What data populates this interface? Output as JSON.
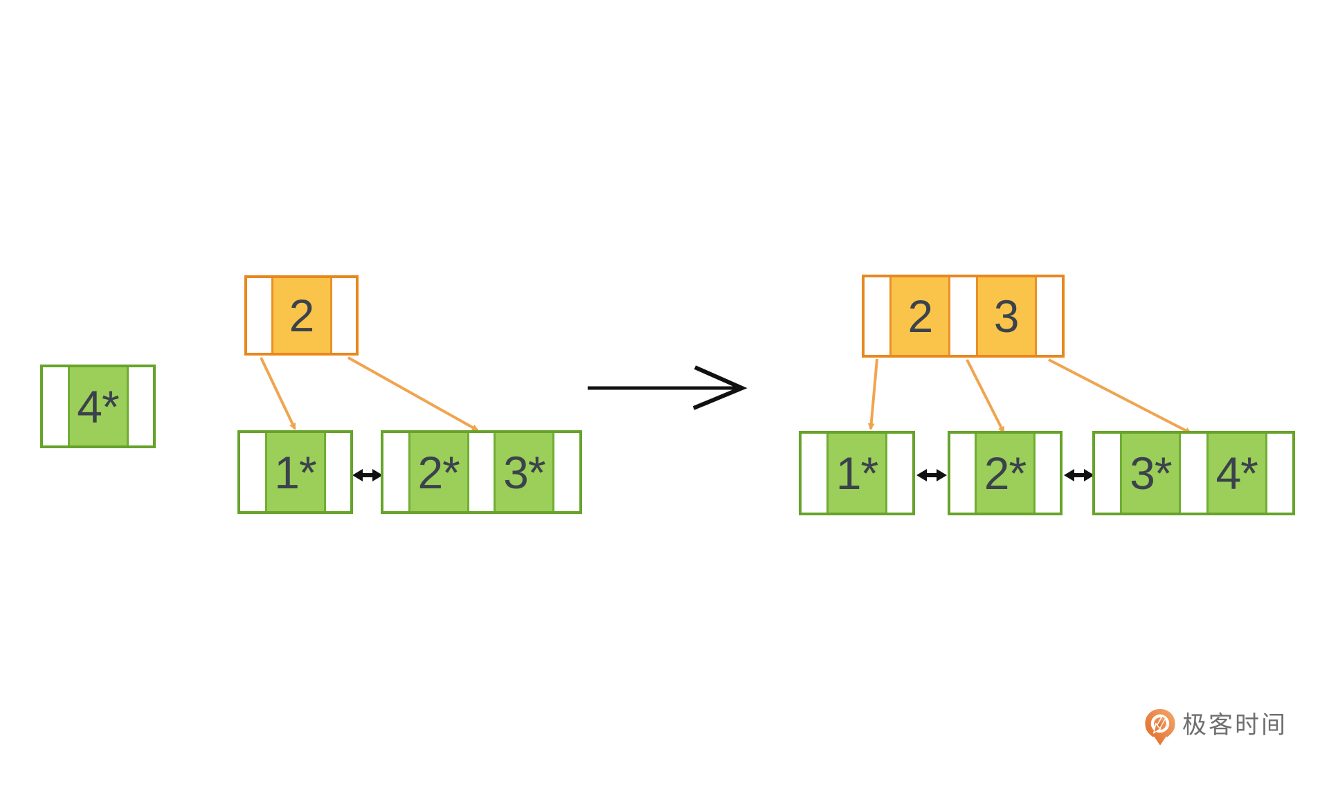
{
  "before": {
    "orphan_leaf": {
      "keys": [
        "4*"
      ]
    },
    "root": {
      "keys": [
        "2"
      ]
    },
    "leaves": [
      {
        "keys": [
          "1*"
        ]
      },
      {
        "keys": [
          "2*",
          "3*"
        ]
      }
    ]
  },
  "after": {
    "root": {
      "keys": [
        "2",
        "3"
      ]
    },
    "leaves": [
      {
        "keys": [
          "1*"
        ]
      },
      {
        "keys": [
          "2*"
        ]
      },
      {
        "keys": [
          "3*",
          "4*"
        ]
      }
    ]
  },
  "branding": {
    "logo_text": "极客时间"
  },
  "colors": {
    "index_node_border": "#E8871E",
    "index_node_fill": "#FAC34A",
    "leaf_node_border": "#67A32A",
    "leaf_node_fill": "#9CCE5A",
    "connector": "#F0A44F",
    "arrow_black": "#111111",
    "key_text": "#3A424C",
    "logo_orange": "#E8742C",
    "logo_text_gray": "#6F6F6F"
  }
}
